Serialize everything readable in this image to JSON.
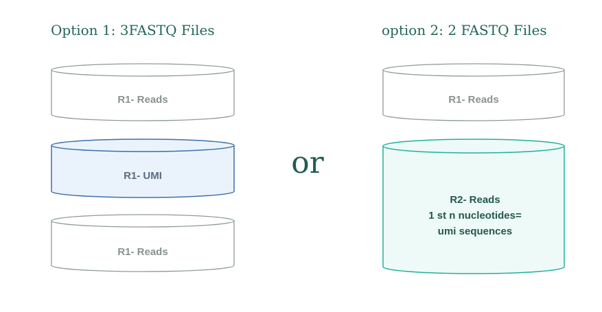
{
  "headings": {
    "left": "Option 1: 3FASTQ Files",
    "right": "option 2: 2 FASTQ Files"
  },
  "separator": "or",
  "option1": {
    "file1_label": "R1- Reads",
    "file2_label": "R1- UMI",
    "file3_label": "R1- Reads"
  },
  "option2": {
    "file1_label": "R1- Reads",
    "file2_lines": [
      "R2- Reads",
      "1 st n nucleotides=",
      "umi sequences"
    ]
  },
  "colors": {
    "gray_stroke": "#8e9a96",
    "blue_stroke": "#3e6fa8",
    "blue_fill": "#eaf3fc",
    "green_stroke": "#21b09a",
    "green_fill": "#eefaf7"
  }
}
